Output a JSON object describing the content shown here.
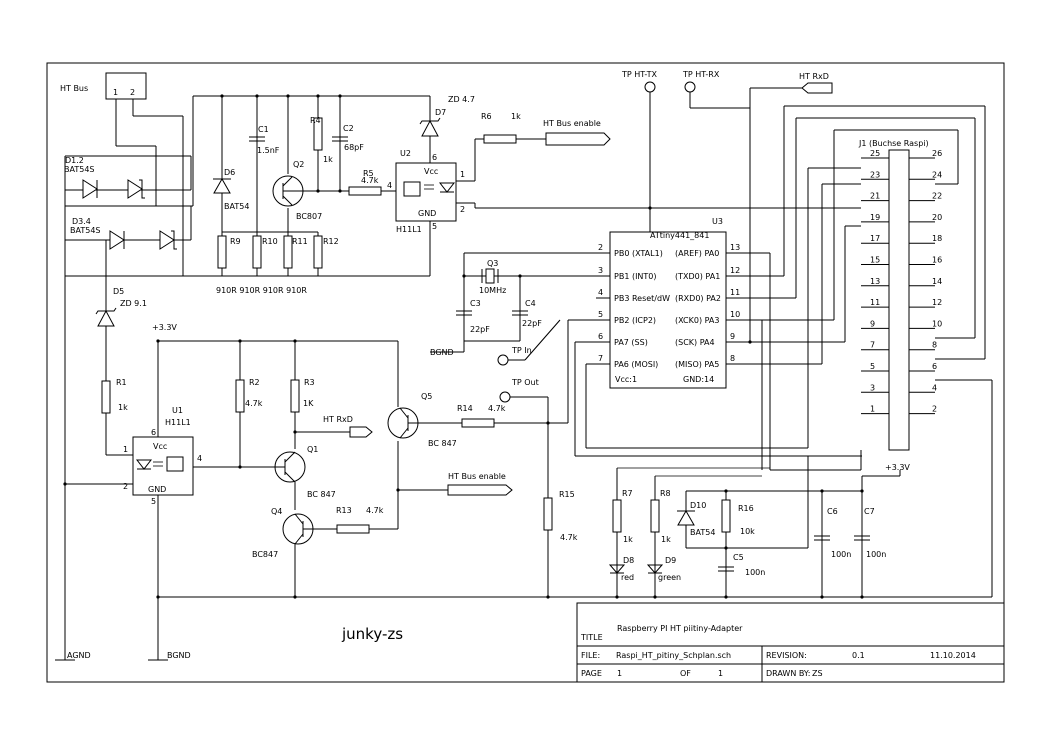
{
  "connectors": {
    "ht_bus": "HT Bus",
    "ht_bus_pin1": "1",
    "ht_bus_pin2": "2",
    "tp_ht_tx": "TP HT-TX",
    "tp_ht_rx": "TP HT-RX",
    "ht_rxd_top": "HT RxD",
    "ht_bus_enable_top": "HT Bus enable",
    "ht_rxd_mid": "HT RxD",
    "ht_bus_enable_mid": "HT Bus enable",
    "tp_in": "TP In",
    "tp_out": "TP Out",
    "bgnd_net": "BGND"
  },
  "parts": {
    "d12": "D1.2",
    "d12_type": "BAT54S",
    "d34": "D3.4",
    "d34_type": "BAT54S",
    "d6": "D6",
    "d6_type": "BAT54",
    "c1": "C1",
    "c1_val": "1.5nF",
    "q2": "Q2",
    "q2_type": "BC807",
    "r4": "R4",
    "r4_val": "1k",
    "c2": "C2",
    "c2_val": "68pF",
    "r5": "R5",
    "r5_val": "4.7k",
    "d7": "D7",
    "d7_val": "ZD 4.7",
    "r6": "R6",
    "r6_val": "1k",
    "u2": "U2",
    "u2_type": "H11L1",
    "u2_vcc": "Vcc",
    "u2_gnd": "GND",
    "u2_p1": "1",
    "u2_p2": "2",
    "u2_p4": "4",
    "u2_p5": "5",
    "u2_p6": "6",
    "r9": "R9",
    "r10": "R10",
    "r11": "R11",
    "r12": "R12",
    "r9_12_vals": "910R 910R 910R  910R",
    "d5": "D5",
    "d5_val": "ZD 9.1",
    "r1": "R1",
    "r1_val": "1k",
    "v33_left": "+3.3V",
    "u1": "U1",
    "u1_type": "H11L1",
    "u1_vcc": "Vcc",
    "u1_gnd": "GND",
    "u1_p1": "1",
    "u1_p2": "2",
    "u1_p4": "4",
    "u1_p5": "5",
    "u1_p6": "6",
    "r2": "R2",
    "r2_val": "4.7k",
    "r3": "R3",
    "r3_val": "1K",
    "q1": "Q1",
    "q1_type": "BC 847",
    "q4": "Q4",
    "q4_type": "BC847",
    "r13": "R13",
    "r13_val": "4.7k",
    "q5": "Q5",
    "q5_type": "BC 847",
    "r14": "R14",
    "r14_val": "4.7k",
    "r15": "R15",
    "r15_val": "4.7k",
    "q3": "Q3",
    "q3_val": "10MHz",
    "c3": "C3",
    "c3_val": "22pF",
    "c4": "C4",
    "c4_val": "22pF",
    "r7": "R7",
    "r7_val": "1k",
    "d8": "D8",
    "d8_val": "red",
    "r8": "R8",
    "r8_val": "1k",
    "d9": "D9",
    "d9_val": "green",
    "d10": "D10",
    "d10_type": "BAT54",
    "r16": "R16",
    "r16_val": "10k",
    "c5": "C5",
    "c5_val": "100n",
    "c6": "C6",
    "c6_val": "100n",
    "c7": "C7",
    "c7_val": "100n",
    "v33_right": "+3.3V",
    "agnd": "AGND",
    "bgnd": "BGND"
  },
  "u3": {
    "ref": "U3",
    "name": "ATtiny441_841",
    "left_pins": [
      {
        "num": "2",
        "name": "PB0 (XTAL1)"
      },
      {
        "num": "3",
        "name": "PB1 (INT0)"
      },
      {
        "num": "4",
        "name": "PB3 Reset/dW"
      },
      {
        "num": "5",
        "name": "PB2 (ICP2)"
      },
      {
        "num": "6",
        "name": "PA7 (SS)"
      },
      {
        "num": "7",
        "name": "PA6 (MOSI)"
      }
    ],
    "right_pins": [
      {
        "num": "13",
        "name": "(AREF) PA0"
      },
      {
        "num": "12",
        "name": "(TXD0) PA1"
      },
      {
        "num": "11",
        "name": "(RXD0) PA2"
      },
      {
        "num": "10",
        "name": "(XCK0) PA3"
      },
      {
        "num": "9",
        "name": "(SCK) PA4"
      },
      {
        "num": "8",
        "name": "(MISO) PA5"
      }
    ],
    "vcc": "Vcc:1",
    "gnd": "GND:14"
  },
  "j1": {
    "label": "J1 (Buchse Raspi)",
    "left_pins": [
      "25",
      "23",
      "21",
      "19",
      "17",
      "15",
      "13",
      "11",
      "9",
      "7",
      "5",
      "3",
      "1"
    ],
    "right_pins": [
      "26",
      "24",
      "22",
      "20",
      "18",
      "16",
      "14",
      "12",
      "10",
      "8",
      "6",
      "4",
      "2"
    ]
  },
  "note": "junky-zs",
  "title_block": {
    "title_label": "TITLE",
    "title": "Raspberry PI  HT piitiny-Adapter",
    "file_label": "FILE:",
    "file": "Raspi_HT_pitiny_Schplan.sch",
    "revision_label": "REVISION:",
    "revision": "0.1",
    "date": "11.10.2014",
    "page_label": "PAGE",
    "page": "1",
    "of_label": "OF",
    "of": "1",
    "drawn_label": "DRAWN BY:",
    "drawn": "ZS"
  }
}
